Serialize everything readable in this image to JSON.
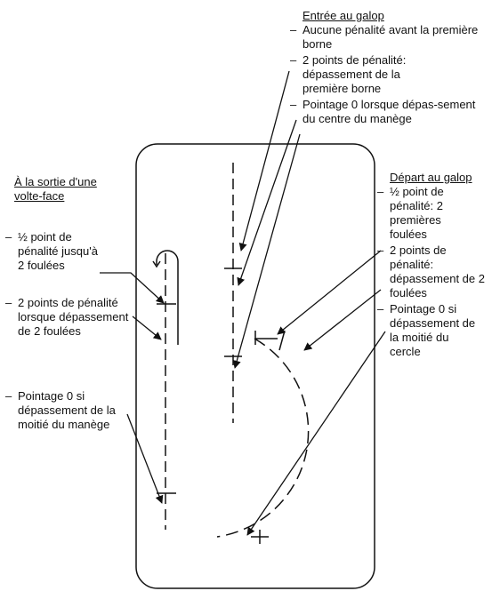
{
  "entry": {
    "title": "Entrée au galop",
    "items": [
      "Aucune pénalité avant la première borne",
      "2 points de pénalité: dépassement de la première borne",
      "Pointage 0 lorsque dépas-sement du centre du manège"
    ]
  },
  "volte": {
    "title": "À la sortie d'une volte-face",
    "items": [
      "½  point de pénalité jusqu'à 2 foulées",
      "2 points de pénalité lorsque dépassement de 2 foulées",
      "Pointage 0 si dépassement de la moitié du manège"
    ]
  },
  "depart": {
    "title": "Départ au galop",
    "items": [
      "½  point de pénalité: 2 premières foulées",
      "2 points de pénalité: dépassement de 2 foulées",
      "Pointage 0 si dépassement de la moitié du cercle"
    ]
  },
  "dash_symbol": "–"
}
